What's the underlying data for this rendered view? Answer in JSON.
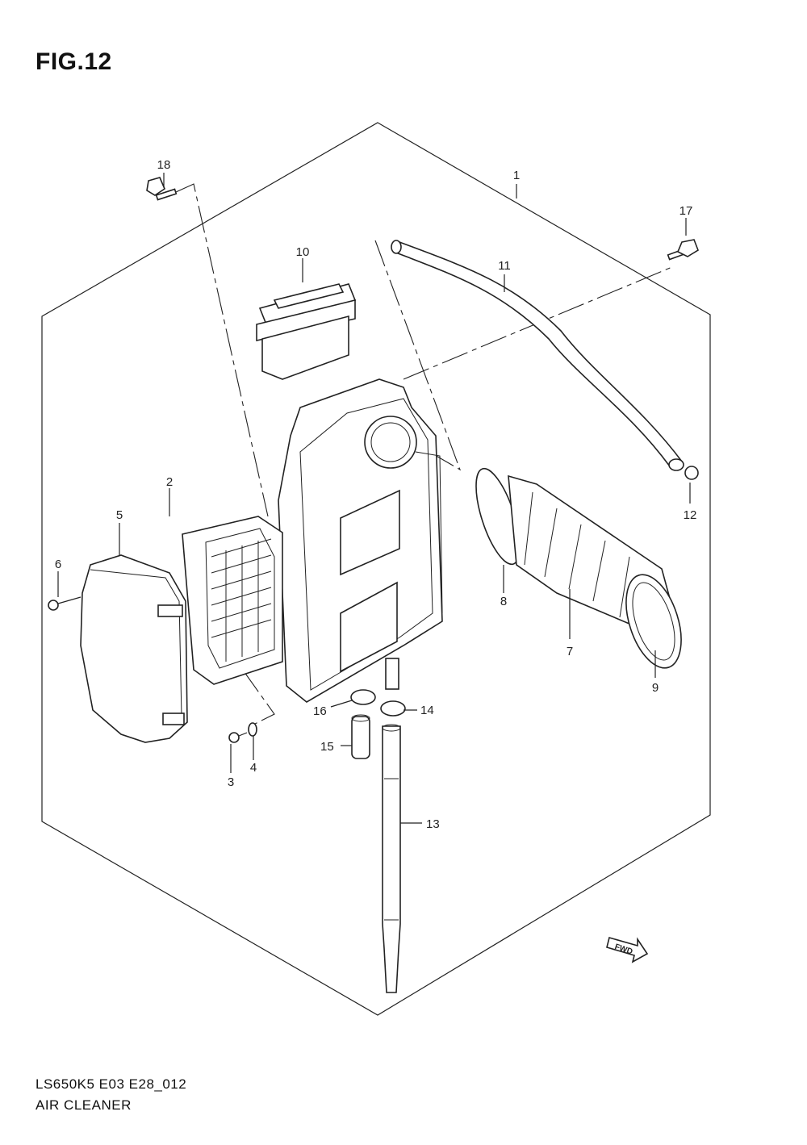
{
  "figure": {
    "title": "FIG.12"
  },
  "footer": {
    "code": "LS650K5 E03 E28_012",
    "name": "AIR CLEANER"
  },
  "callouts": [
    "1",
    "2",
    "3",
    "4",
    "5",
    "6",
    "7",
    "8",
    "9",
    "10",
    "11",
    "12",
    "13",
    "14",
    "15",
    "16",
    "17",
    "18"
  ],
  "fwd_label": "FWD"
}
